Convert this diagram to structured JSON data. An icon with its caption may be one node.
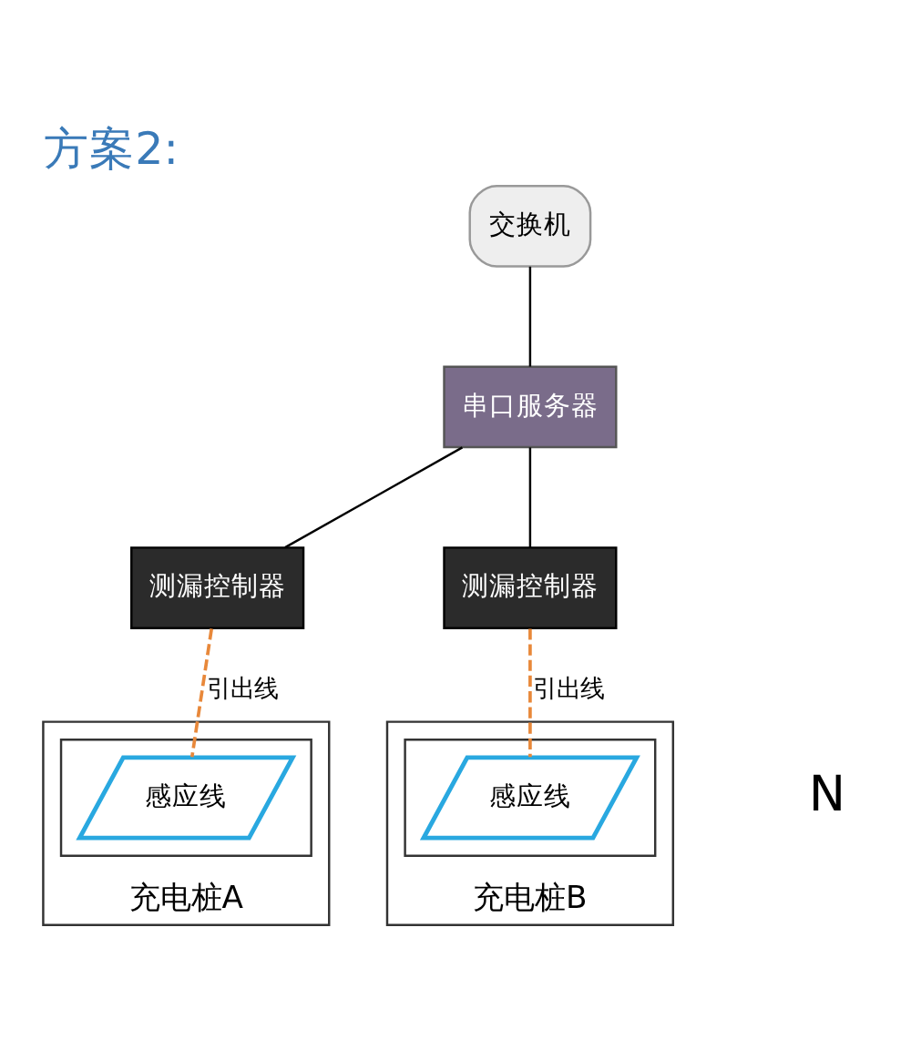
{
  "diagram": {
    "title": "方案2:",
    "nodes": [
      {
        "text": [
          "交换机"
        ]
      },
      {
        "text": [
          "串口服务器"
        ]
      },
      {
        "text": [
          "测漏控制器"
        ]
      },
      {
        "text": [
          "测漏控制器"
        ]
      },
      {
        "text": [
          "充电桩A"
        ]
      },
      {
        "text": [],
        "shape": "box",
        "in": 4
      },
      {
        "text": [
          "感应线"
        ],
        "in": 5
      },
      {
        "text": [
          "充电桩B"
        ]
      },
      {
        "text": [],
        "shape": "box",
        "in": 7
      },
      {
        "text": [
          "感应线"
        ],
        "in": 8
      }
    ],
    "edges": [
      {
        "from": 0,
        "to": 1,
        "arrow": "none"
      },
      {
        "from": 1,
        "to": 2,
        "arrow": "none"
      },
      {
        "from": 1,
        "to": 3,
        "arrow": "none"
      },
      {
        "from": 2,
        "to": 6,
        "label": "引出线",
        "arrow": "none",
        "style": "dashed",
        "color": "#e8883a"
      },
      {
        "from": 3,
        "to": 9,
        "label": "引出线",
        "arrow": "none",
        "style": "dashed",
        "color": "#e8883a"
      }
    ],
    "labels": [
      "N"
    ]
  }
}
